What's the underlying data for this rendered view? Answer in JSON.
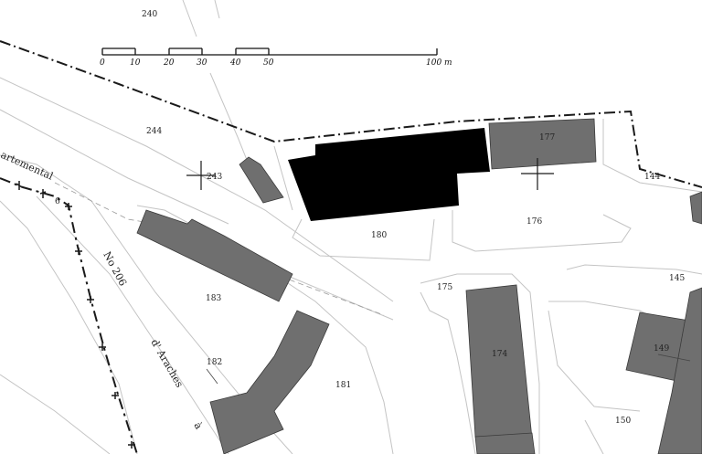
{
  "colors": {
    "background": "#ffffff",
    "building_grey": "#6f6f6f",
    "building_highlight": "#000000",
    "line": "#1a1a1a",
    "road_line": "#bdbdbd"
  },
  "scale_bar": {
    "ticks": [
      "0",
      "10",
      "20",
      "30",
      "40",
      "50",
      "100 m"
    ]
  },
  "parcels": {
    "p240": "240",
    "p244": "244",
    "p243": "243",
    "p177": "177",
    "p144": "144",
    "p180": "180",
    "p176": "176",
    "p183": "183",
    "p175": "175",
    "p145": "145",
    "p174": "174",
    "p149": "149",
    "p182": "182",
    "p181": "181",
    "p150": "150",
    "p6": "6"
  },
  "roads": {
    "departemental": "artemental",
    "no206": "No 206",
    "arach": "d' Araches",
    "a": "à"
  },
  "markers": {
    "cross_symbol": "survey-cross"
  }
}
